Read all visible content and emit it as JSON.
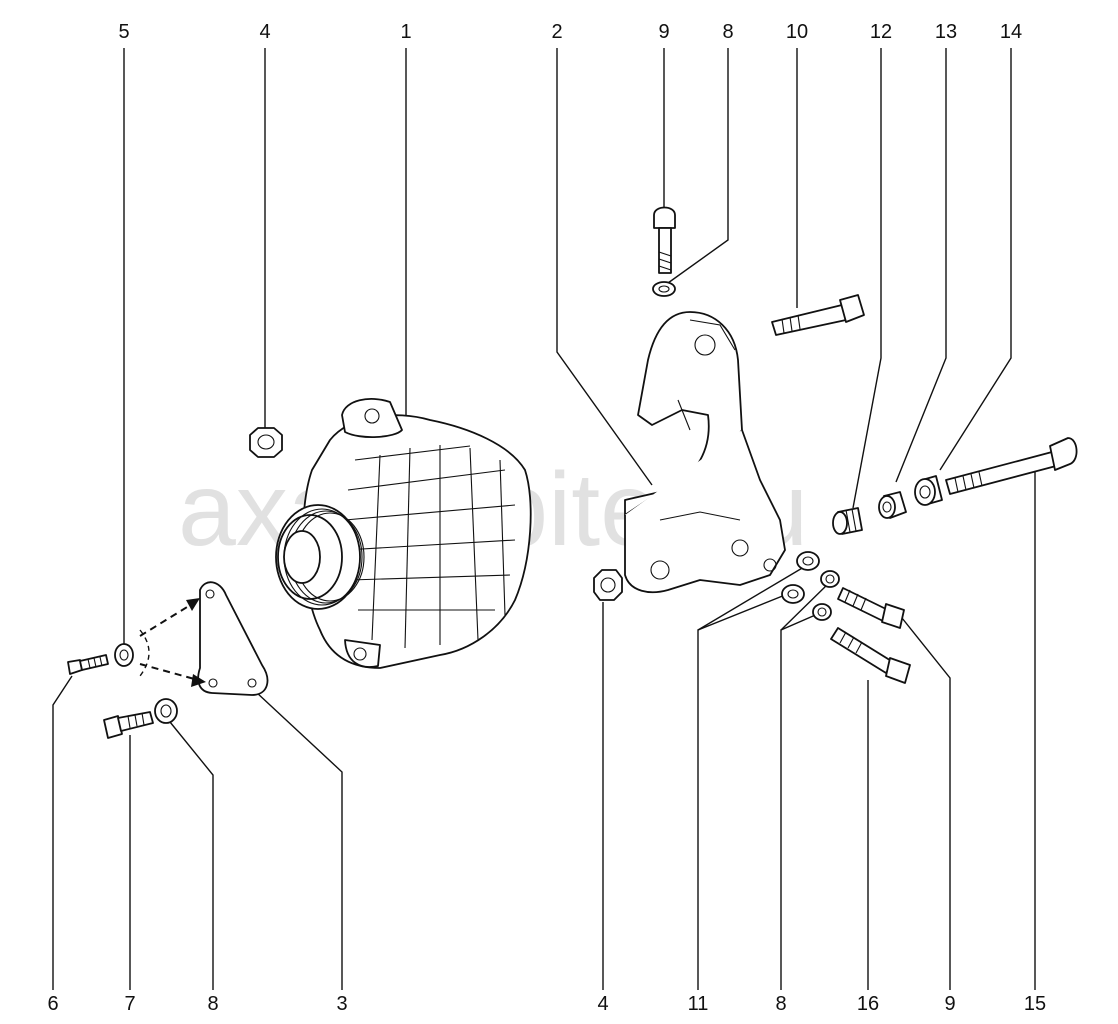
{
  "diagram": {
    "watermark": "axautopiter.ru",
    "callouts": {
      "top": [
        {
          "id": "top-5",
          "text": "5"
        },
        {
          "id": "top-4",
          "text": "4"
        },
        {
          "id": "top-1",
          "text": "1"
        },
        {
          "id": "top-2",
          "text": "2"
        },
        {
          "id": "top-9",
          "text": "9"
        },
        {
          "id": "top-8",
          "text": "8"
        },
        {
          "id": "top-10",
          "text": "10"
        },
        {
          "id": "top-12",
          "text": "12"
        },
        {
          "id": "top-13",
          "text": "13"
        },
        {
          "id": "top-14",
          "text": "14"
        }
      ],
      "bottom": [
        {
          "id": "bot-6",
          "text": "6"
        },
        {
          "id": "bot-7",
          "text": "7"
        },
        {
          "id": "bot-8a",
          "text": "8"
        },
        {
          "id": "bot-3",
          "text": "3"
        },
        {
          "id": "bot-4",
          "text": "4"
        },
        {
          "id": "bot-11",
          "text": "11"
        },
        {
          "id": "bot-8b",
          "text": "8"
        },
        {
          "id": "bot-16",
          "text": "16"
        },
        {
          "id": "bot-9",
          "text": "9"
        },
        {
          "id": "bot-15",
          "text": "15"
        }
      ]
    }
  }
}
